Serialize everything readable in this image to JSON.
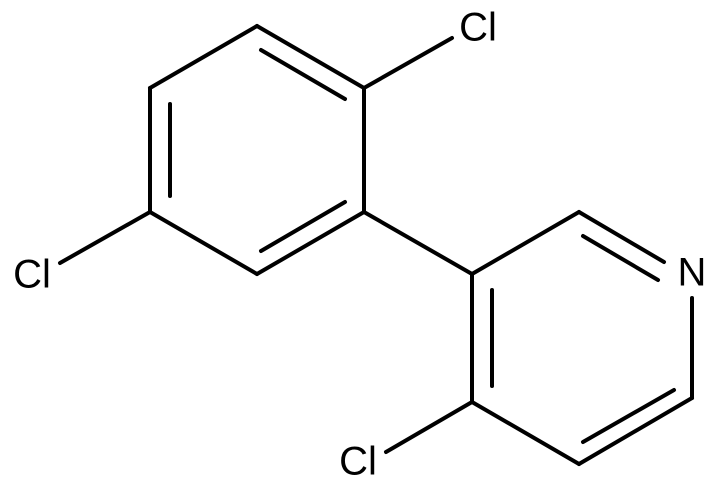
{
  "molecule": {
    "atoms": {
      "cl_top": "Cl",
      "cl_left": "Cl",
      "cl_bottom": "Cl",
      "nitrogen": "N"
    },
    "colors": {
      "bond": "#000000",
      "label": "#000000",
      "background": "#ffffff"
    }
  }
}
